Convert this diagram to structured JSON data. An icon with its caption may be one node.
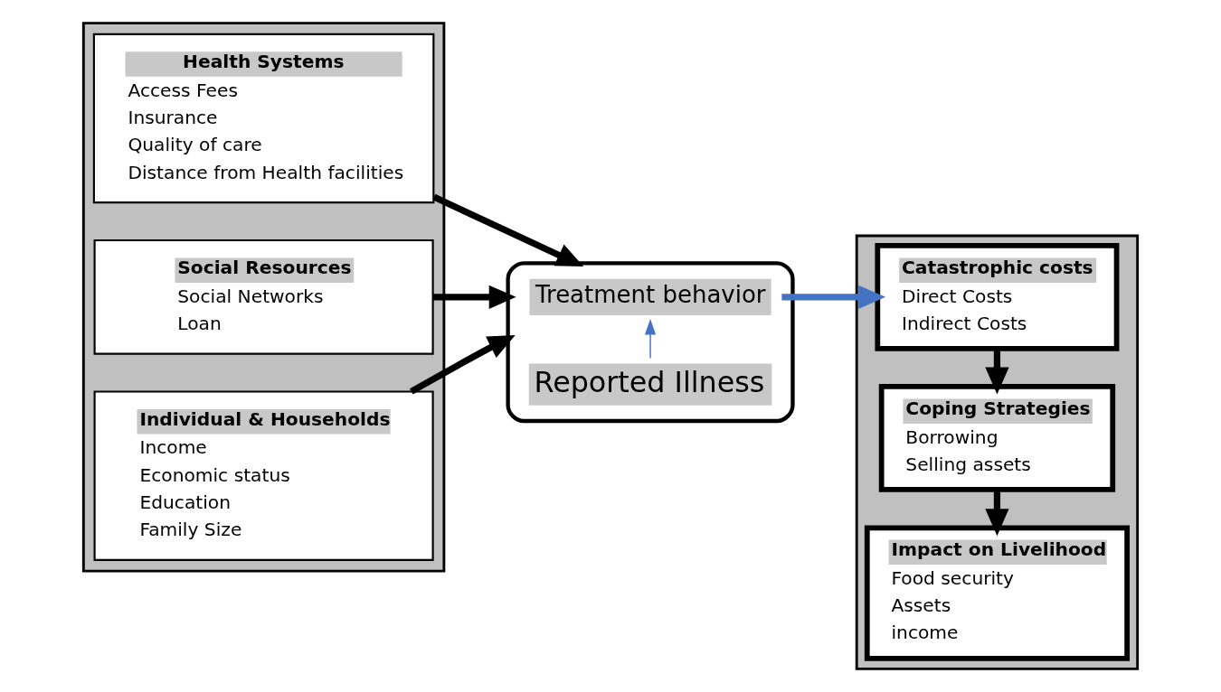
{
  "diagram": {
    "nodes": [
      {
        "text": [],
        "shape": "box"
      },
      {
        "text": [
          "Health Systems",
          "Access Fees",
          "Insurance",
          "Quality of care",
          "Distance from Health facilities"
        ],
        "in": 0
      },
      {
        "text": [
          "Social Resources",
          "Social Networks",
          "Loan"
        ],
        "in": 0
      },
      {
        "text": [
          "Individual & Households",
          "Income",
          "Economic status",
          "Education",
          "Family Size"
        ],
        "in": 0
      },
      {
        "text": [],
        "shape": "ellipse"
      },
      {
        "text": [
          "Treatment behavior"
        ],
        "in": 4
      },
      {
        "text": [
          "Reported Illness"
        ],
        "in": 4
      },
      {
        "text": [],
        "shape": "box"
      },
      {
        "text": [
          "Catastrophic costs",
          "Direct Costs",
          "Indirect Costs"
        ],
        "in": 7
      },
      {
        "text": [
          "Coping Strategies",
          "Borrowing",
          "Selling assets"
        ],
        "in": 7
      },
      {
        "text": [
          "Impact on Livelihood",
          "Food security",
          "Assets",
          "income"
        ],
        "in": 7
      }
    ],
    "edges": [
      {
        "from": 1,
        "to": 4,
        "arrow": "to"
      },
      {
        "from": 2,
        "to": 4,
        "arrow": "to"
      },
      {
        "from": 3,
        "to": 4,
        "arrow": "to"
      },
      {
        "from": 6,
        "to": 5,
        "arrow": "to",
        "color": "#4472c4"
      },
      {
        "from": 5,
        "to": 8,
        "arrow": "to",
        "color": "#4472c4"
      },
      {
        "from": 8,
        "to": 9,
        "arrow": "to"
      },
      {
        "from": 9,
        "to": 10,
        "arrow": "to"
      }
    ]
  }
}
